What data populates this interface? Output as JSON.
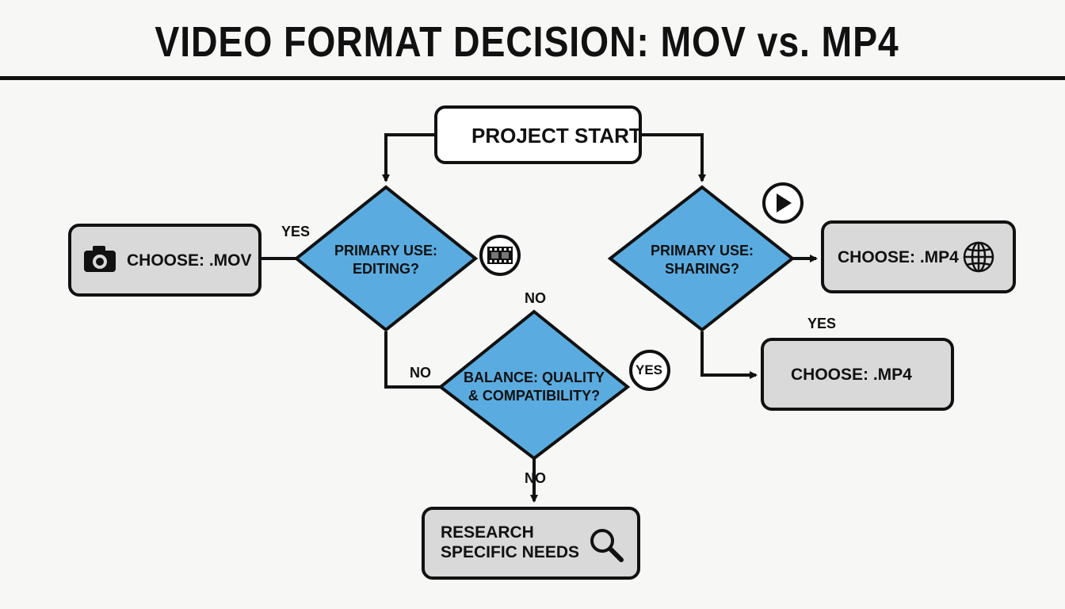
{
  "title": "VIDEO FORMAT DECISION: MOV vs. MP4",
  "colors": {
    "decision_fill": "#5aace0",
    "box_fill": "#d9d9d9",
    "stroke": "#111111",
    "background": "#f7f7f6"
  },
  "nodes": {
    "start": "PROJECT START",
    "decision_editing": [
      "PRIMARY USE:",
      "EDITING?"
    ],
    "decision_sharing": [
      "PRIMARY USE:",
      "SHARING?"
    ],
    "decision_balance": [
      "BALANCE: QUALITY",
      "& COMPATIBILITY?"
    ],
    "choose_mov": "CHOOSE: .MOV",
    "choose_mp4_top": "CHOOSE: .MP4",
    "choose_mp4_bottom": "CHOOSE: .MP4",
    "research": [
      "RESEARCH",
      "SPECIFIC NEEDS"
    ]
  },
  "edge_labels": {
    "editing_yes": "YES",
    "editing_no_top": "NO",
    "editing_no_left": "NO",
    "balance_yes": "YES",
    "balance_no": "NO",
    "sharing_yes": "YES"
  },
  "icons": {
    "mov": "camera-icon",
    "editing": "film-strip-icon",
    "sharing": "play-icon",
    "mp4": "globe-icon",
    "research": "magnifier-icon"
  }
}
